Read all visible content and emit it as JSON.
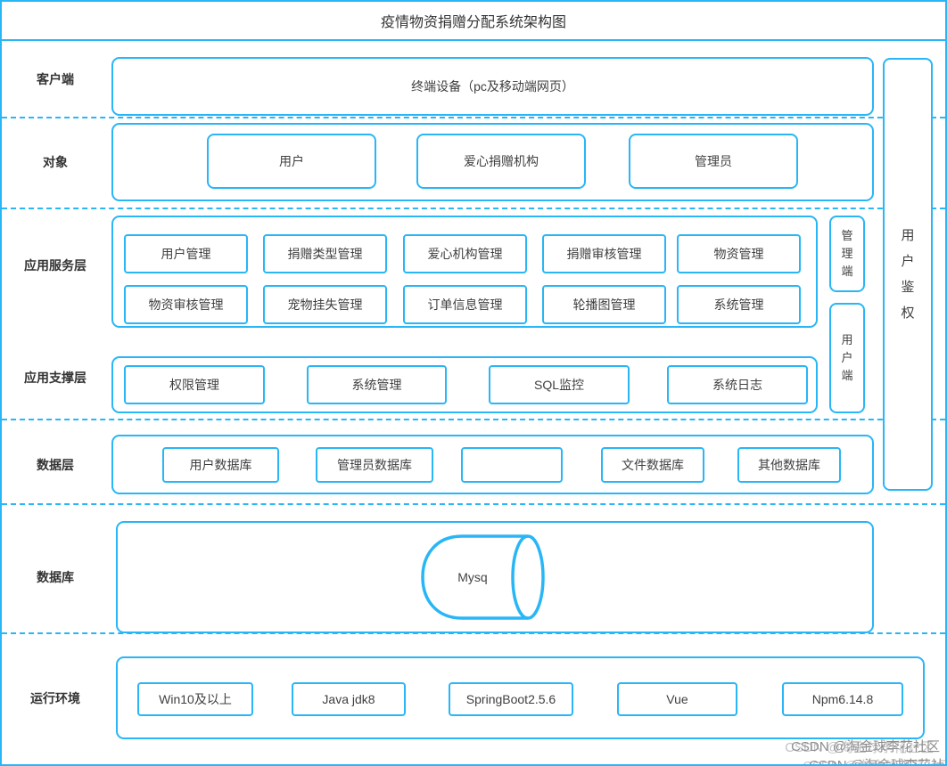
{
  "accent": "#29b6f6",
  "title": "疫情物资捐赠分配系统架构图",
  "rows": {
    "client": {
      "label": "客户端",
      "device": "终端设备（pc及移动端网页）"
    },
    "objects": {
      "label": "对象",
      "items": [
        "用户",
        "爱心捐赠机构",
        "管理员"
      ]
    },
    "service": {
      "label": "应用服务层",
      "row1": [
        "用户管理",
        "捐赠类型管理",
        "爱心机构管理",
        "捐赠审核管理",
        "物资管理"
      ],
      "row2": [
        "物资审核管理",
        "宠物挂失管理",
        "订单信息管理",
        "轮播图管理",
        "系统管理"
      ]
    },
    "support": {
      "label": "应用支撑层",
      "items": [
        "权限管理",
        "系统管理",
        "SQL监控",
        "系统日志"
      ]
    },
    "data_layer": {
      "label": "数据层",
      "items": [
        "用户数据库",
        "管理员数据库",
        "",
        "文件数据库",
        "其他数据库"
      ]
    },
    "database": {
      "label": "数据库",
      "engine": "Mysq"
    },
    "runtime": {
      "label": "运行环境",
      "items": [
        "Win10及以上",
        "Java jdk8",
        "SpringBoot2.5.6",
        "Vue",
        "Npm6.14.8"
      ]
    }
  },
  "side": {
    "admin": "管理端",
    "user": "用户端",
    "auth": "用户鉴权"
  },
  "watermark": {
    "line1": "CSDN @淘金球李花社区",
    "line2": "CSDN @淘金球李花社区"
  }
}
